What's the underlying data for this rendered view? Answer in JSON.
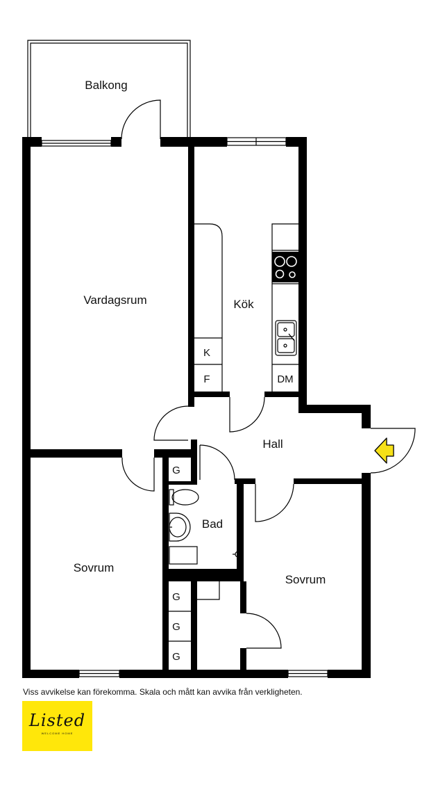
{
  "colors": {
    "wall": "#000000",
    "accent": "#f7e118",
    "logo_bg": "#ffe70a"
  },
  "rooms": {
    "balcony": "Balkong",
    "living": "Vardagsrum",
    "kitchen": "Kök",
    "hall": "Hall",
    "bath": "Bad",
    "bedroom_left": "Sovrum",
    "bedroom_right": "Sovrum"
  },
  "fixtures": {
    "fridge": "K",
    "freezer": "F",
    "dishwasher": "DM",
    "wardrobe_hall": "G",
    "wardrobe_1": "G",
    "wardrobe_2": "G",
    "wardrobe_3": "G"
  },
  "icons": {
    "entrance": "entrance-arrow-icon"
  },
  "disclaimer": "Viss avvikelse kan förekomma. Skala och mått kan avvika från verkligheten.",
  "logo": {
    "word": "Listed",
    "tagline": "WELCOME HOME"
  }
}
